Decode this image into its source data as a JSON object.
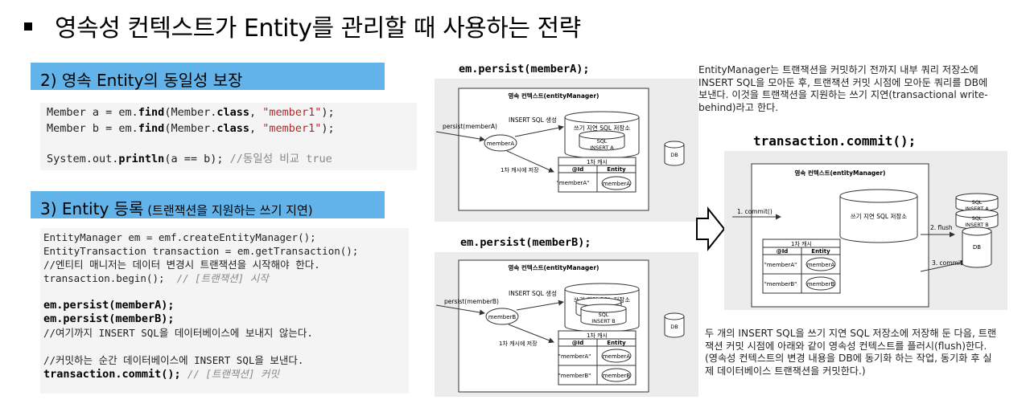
{
  "title": "영속성 컨텍스트가 Entity를 관리할 때 사용하는 전략",
  "section2": {
    "heading": "2)  영속 Entity의 동일성 보장",
    "code": {
      "line1_pre": "Member a = em.",
      "line1_find": "find",
      "line1_mid": "(Member.",
      "line1_class": "class",
      "line1_sep": ", ",
      "line1_str": "\"member1\"",
      "line1_end": ");",
      "line2_pre": "Member b = em.",
      "line2_find": "find",
      "line2_mid": "(Member.",
      "line2_class": "class",
      "line2_sep": ", ",
      "line2_str": "\"member1\"",
      "line2_end": ");",
      "line3_pre": "System.out.",
      "line3_fn": "println",
      "line3_end": "(a == b); ",
      "line3_cm": "//동일성 비교 true"
    }
  },
  "section3": {
    "heading": "3)  Entity 등록",
    "heading_small": " (트랜잭션을 지원하는 쓰기 지연)",
    "code": {
      "l1": "EntityManager em = emf.createEntityManager();",
      "l2": "EntityTransaction transaction = em.getTransaction();",
      "l3": "//엔티티 매니저는 데이터 변경시 트랜잭션을 시작해야 한다.",
      "l4_pre": "transaction.begin();  ",
      "l4_cm": "// [트랜잭션] 시작",
      "l5": "em.persist(memberA);",
      "l6": "em.persist(memberB);",
      "l7": "//여기까지 INSERT SQL을 데이터베이스에 보내지 않는다.",
      "l8": "//커밋하는 순간 데이터베이스에 INSERT SQL을 보낸다.",
      "l9_pre": "transaction.commit(); ",
      "l9_cm": "// [트랜잭션] 커밋"
    }
  },
  "diagramA": {
    "heading": "em.persist(memberA);",
    "context_label": "영속 컨텍스트(entityManager)",
    "persist_label": "persist(memberA)",
    "insert_label": "INSERT SQL 생성",
    "store_label": "쓰기 지연 SQL 저장소",
    "sql1": "SQL\nINSERT A",
    "cache_label": "1차 캐시",
    "cache_store_label": "1차 캐시에 저장",
    "col_id": "@Id",
    "col_entity": "Entity",
    "row1_id": "\"memberA\"",
    "row1_entity": "memberA",
    "entity_node": "memberA",
    "db": "DB"
  },
  "diagramB": {
    "heading": "em.persist(memberB);",
    "context_label": "영속 컨텍스트(entityManager)",
    "persist_label": "persist(memberB)",
    "insert_label": "INSERT SQL 생성",
    "store_label": "쓰기 지연 SQL 저장소",
    "sql_back": "SQL\nINSERT A",
    "sql_front": "SQL\nINSERT B",
    "cache_label": "1차 캐시",
    "cache_store_label": "1차 캐시에 저장",
    "col_id": "@Id",
    "col_entity": "Entity",
    "row1_id": "\"memberA\"",
    "row1_entity": "memberA",
    "row2_id": "\"memberB\"",
    "row2_entity": "memberB",
    "entity_node": "memberB",
    "db": "DB"
  },
  "diagramC": {
    "heading": "transaction.commit();",
    "context_label": "영속 컨텍스트(entityManager)",
    "commit_label": "1. commit()",
    "store_label": "쓰기 지연 SQL 저장소",
    "cache_label": "1차 캐시",
    "col_id": "@Id",
    "col_entity": "Entity",
    "row1_id": "\"memberA\"",
    "row1_entity": "memberA",
    "row2_id": "\"memberB\"",
    "row2_entity": "memberB",
    "flush_label": "2. flush",
    "commit2_label": "3. commit",
    "sql_a": "SQL\nINSERT A",
    "sql_b": "SQL\nINSERT B",
    "db": "DB"
  },
  "note_top": "EntityManager는 트랜잭션을 커밋하기 전까지 내부 쿼리 저장소에 INSERT SQL을 모아둔 후, 트랜잭션 커밋 시점에 모아둔 쿼리를 DB에 보낸다. 이것을 트랜잭션을 지원하는 쓰기 지연(transactional write-behind)라고 한다.",
  "note_bottom": "두 개의 INSERT SQL을 쓰기 지연 SQL 저장소에 저장해 둔 다음, 트랜잭션 커밋 시점에 아래와 같이 영속성 컨텍스트를 플러시(flush)한다. (영속성 컨텍스트의 변경 내용을 DB에 동기화 하는 작업, 동기화 후 실제 데이터베이스 트랜잭션을 커밋한다.)"
}
